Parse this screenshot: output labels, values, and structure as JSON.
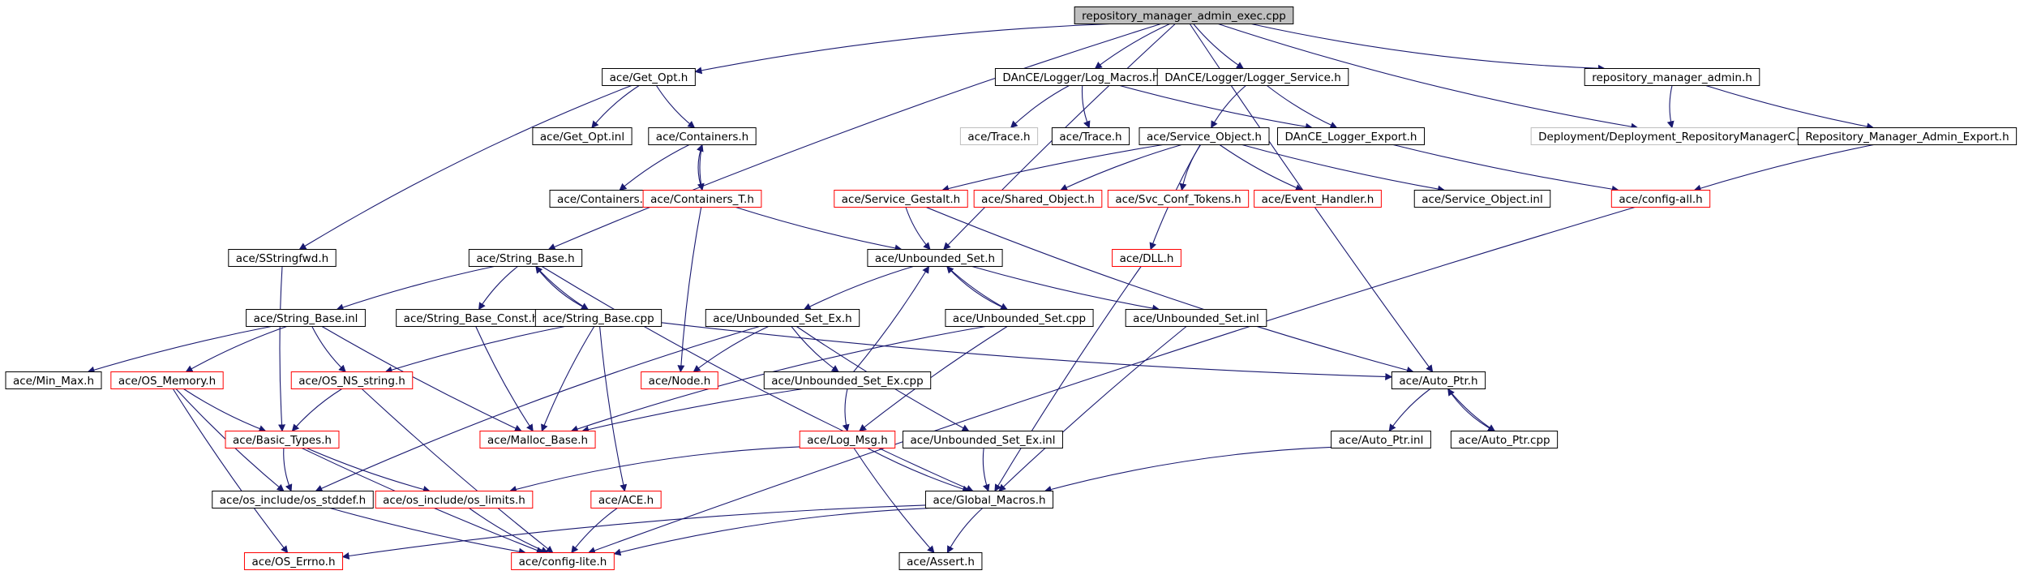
{
  "nodes": [
    {
      "id": "root",
      "label": "repository_manager_admin_exec.cpp",
      "style": "root"
    },
    {
      "id": "getopt_h",
      "label": "ace/Get_Opt.h",
      "style": "normal"
    },
    {
      "id": "logmacros_h",
      "label": "DAnCE/Logger/Log_Macros.h",
      "style": "normal"
    },
    {
      "id": "loggerservice_h",
      "label": "DAnCE/Logger/Logger_Service.h",
      "style": "normal"
    },
    {
      "id": "rma_h",
      "label": "repository_manager_admin.h",
      "style": "normal"
    },
    {
      "id": "getopt_inl",
      "label": "ace/Get_Opt.inl",
      "style": "normal"
    },
    {
      "id": "containers_h",
      "label": "ace/Containers.h",
      "style": "normal"
    },
    {
      "id": "trace_gray",
      "label": "ace/Trace.h",
      "style": "gray"
    },
    {
      "id": "trace_h",
      "label": "ace/Trace.h",
      "style": "normal"
    },
    {
      "id": "serviceobject_h",
      "label": "ace/Service_Object.h",
      "style": "normal"
    },
    {
      "id": "loggerexport_h",
      "label": "DAnCE_Logger_Export.h",
      "style": "normal"
    },
    {
      "id": "deployment_h",
      "label": "Deployment/Deployment_RepositoryManagerC.h",
      "style": "gray"
    },
    {
      "id": "rmaexport_h",
      "label": "Repository_Manager_Admin_Export.h",
      "style": "normal"
    },
    {
      "id": "containers_inl",
      "label": "ace/Containers.inl",
      "style": "normal"
    },
    {
      "id": "containers_t",
      "label": "ace/Containers_T.h",
      "style": "red"
    },
    {
      "id": "servicegestalt_h",
      "label": "ace/Service_Gestalt.h",
      "style": "red"
    },
    {
      "id": "sharedobject_h",
      "label": "ace/Shared_Object.h",
      "style": "red"
    },
    {
      "id": "svcconf_h",
      "label": "ace/Svc_Conf_Tokens.h",
      "style": "red"
    },
    {
      "id": "eventhandler_h",
      "label": "ace/Event_Handler.h",
      "style": "red"
    },
    {
      "id": "serviceobject_inl",
      "label": "ace/Service_Object.inl",
      "style": "normal"
    },
    {
      "id": "configall_h",
      "label": "ace/config-all.h",
      "style": "red"
    },
    {
      "id": "sstringfwd_h",
      "label": "ace/SStringfwd.h",
      "style": "normal"
    },
    {
      "id": "stringbase_h",
      "label": "ace/String_Base.h",
      "style": "normal"
    },
    {
      "id": "unboundedset_h",
      "label": "ace/Unbounded_Set.h",
      "style": "normal"
    },
    {
      "id": "dll_h",
      "label": "ace/DLL.h",
      "style": "red"
    },
    {
      "id": "stringbase_inl",
      "label": "ace/String_Base.inl",
      "style": "normal"
    },
    {
      "id": "stringbaseconst_h",
      "label": "ace/String_Base_Const.h",
      "style": "normal"
    },
    {
      "id": "stringbase_cpp",
      "label": "ace/String_Base.cpp",
      "style": "normal"
    },
    {
      "id": "unboundedsetex_h",
      "label": "ace/Unbounded_Set_Ex.h",
      "style": "normal"
    },
    {
      "id": "unboundedset_cpp",
      "label": "ace/Unbounded_Set.cpp",
      "style": "normal"
    },
    {
      "id": "unboundedset_inl",
      "label": "ace/Unbounded_Set.inl",
      "style": "normal"
    },
    {
      "id": "minmax_h",
      "label": "ace/Min_Max.h",
      "style": "normal"
    },
    {
      "id": "osmemory_h",
      "label": "ace/OS_Memory.h",
      "style": "red"
    },
    {
      "id": "osnsstring_h",
      "label": "ace/OS_NS_string.h",
      "style": "red"
    },
    {
      "id": "node_h",
      "label": "ace/Node.h",
      "style": "red"
    },
    {
      "id": "unboundedsetex_cpp",
      "label": "ace/Unbounded_Set_Ex.cpp",
      "style": "normal"
    },
    {
      "id": "autoptr_h",
      "label": "ace/Auto_Ptr.h",
      "style": "normal"
    },
    {
      "id": "basictypes_h",
      "label": "ace/Basic_Types.h",
      "style": "red"
    },
    {
      "id": "mallocbase_h",
      "label": "ace/Malloc_Base.h",
      "style": "red"
    },
    {
      "id": "logmsg_h",
      "label": "ace/Log_Msg.h",
      "style": "red"
    },
    {
      "id": "unboundedsetex_inl",
      "label": "ace/Unbounded_Set_Ex.inl",
      "style": "normal"
    },
    {
      "id": "autoptr_inl",
      "label": "ace/Auto_Ptr.inl",
      "style": "normal"
    },
    {
      "id": "autoptr_cpp",
      "label": "ace/Auto_Ptr.cpp",
      "style": "normal"
    },
    {
      "id": "osstddef_h",
      "label": "ace/os_include/os_stddef.h",
      "style": "normal"
    },
    {
      "id": "oslimits_h",
      "label": "ace/os_include/os_limits.h",
      "style": "red"
    },
    {
      "id": "ace_h",
      "label": "ace/ACE.h",
      "style": "red"
    },
    {
      "id": "globalmacros_h",
      "label": "ace/Global_Macros.h",
      "style": "normal"
    },
    {
      "id": "oserrno_h",
      "label": "ace/OS_Errno.h",
      "style": "red"
    },
    {
      "id": "configlite_h",
      "label": "ace/config-lite.h",
      "style": "red"
    },
    {
      "id": "assert_h",
      "label": "ace/Assert.h",
      "style": "normal"
    }
  ],
  "edges": [
    [
      "root",
      "getopt_h"
    ],
    [
      "root",
      "logmacros_h"
    ],
    [
      "root",
      "loggerservice_h"
    ],
    [
      "root",
      "rma_h"
    ],
    [
      "root",
      "stringbase_h"
    ],
    [
      "root",
      "unboundedset_h"
    ],
    [
      "root",
      "autoptr_h"
    ],
    [
      "root",
      "deployment_h"
    ],
    [
      "getopt_h",
      "getopt_inl"
    ],
    [
      "getopt_h",
      "containers_h"
    ],
    [
      "getopt_h",
      "sstringfwd_h"
    ],
    [
      "containers_h",
      "containers_inl"
    ],
    [
      "containers_h",
      "containers_t"
    ],
    [
      "containers_t",
      "containers_h"
    ],
    [
      "containers_t",
      "unboundedset_h"
    ],
    [
      "containers_t",
      "node_h"
    ],
    [
      "logmacros_h",
      "trace_gray"
    ],
    [
      "logmacros_h",
      "trace_h"
    ],
    [
      "logmacros_h",
      "loggerexport_h"
    ],
    [
      "loggerservice_h",
      "serviceobject_h"
    ],
    [
      "loggerservice_h",
      "loggerexport_h"
    ],
    [
      "rma_h",
      "deployment_h"
    ],
    [
      "rma_h",
      "rmaexport_h"
    ],
    [
      "serviceobject_h",
      "servicegestalt_h"
    ],
    [
      "serviceobject_h",
      "sharedobject_h"
    ],
    [
      "serviceobject_h",
      "svcconf_h"
    ],
    [
      "serviceobject_h",
      "eventhandler_h"
    ],
    [
      "serviceobject_h",
      "serviceobject_inl"
    ],
    [
      "serviceobject_h",
      "dll_h"
    ],
    [
      "loggerexport_h",
      "configall_h"
    ],
    [
      "rmaexport_h",
      "configall_h"
    ],
    [
      "servicegestalt_h",
      "unboundedset_h"
    ],
    [
      "servicegestalt_h",
      "autoptr_h"
    ],
    [
      "configall_h",
      "configlite_h"
    ],
    [
      "sstringfwd_h",
      "basictypes_h"
    ],
    [
      "stringbase_h",
      "stringbase_inl"
    ],
    [
      "stringbase_h",
      "stringbaseconst_h"
    ],
    [
      "stringbase_h",
      "stringbase_cpp"
    ],
    [
      "stringbase_h",
      "globalmacros_h"
    ],
    [
      "stringbase_cpp",
      "stringbase_h"
    ],
    [
      "stringbase_cpp",
      "osnsstring_h"
    ],
    [
      "stringbase_cpp",
      "mallocbase_h"
    ],
    [
      "stringbase_cpp",
      "ace_h"
    ],
    [
      "stringbase_cpp",
      "autoptr_h"
    ],
    [
      "stringbase_inl",
      "minmax_h"
    ],
    [
      "stringbase_inl",
      "osmemory_h"
    ],
    [
      "stringbase_inl",
      "osnsstring_h"
    ],
    [
      "stringbase_inl",
      "mallocbase_h"
    ],
    [
      "stringbaseconst_h",
      "mallocbase_h"
    ],
    [
      "unboundedset_h",
      "unboundedsetex_h"
    ],
    [
      "unboundedset_h",
      "unboundedset_cpp"
    ],
    [
      "unboundedset_h",
      "unboundedset_inl"
    ],
    [
      "unboundedset_cpp",
      "unboundedset_h"
    ],
    [
      "unboundedset_cpp",
      "mallocbase_h"
    ],
    [
      "unboundedset_cpp",
      "logmsg_h"
    ],
    [
      "unboundedset_inl",
      "globalmacros_h"
    ],
    [
      "unboundedsetex_h",
      "node_h"
    ],
    [
      "unboundedsetex_h",
      "unboundedsetex_cpp"
    ],
    [
      "unboundedsetex_h",
      "unboundedsetex_inl"
    ],
    [
      "unboundedsetex_h",
      "osstddef_h"
    ],
    [
      "unboundedsetex_cpp",
      "unboundedset_h"
    ],
    [
      "unboundedsetex_cpp",
      "mallocbase_h"
    ],
    [
      "unboundedsetex_cpp",
      "logmsg_h"
    ],
    [
      "unboundedsetex_inl",
      "globalmacros_h"
    ],
    [
      "dll_h",
      "globalmacros_h"
    ],
    [
      "osmemory_h",
      "basictypes_h"
    ],
    [
      "osmemory_h",
      "osstddef_h"
    ],
    [
      "osmemory_h",
      "oserrno_h"
    ],
    [
      "osnsstring_h",
      "basictypes_h"
    ],
    [
      "osnsstring_h",
      "configlite_h"
    ],
    [
      "basictypes_h",
      "osstddef_h"
    ],
    [
      "basictypes_h",
      "oslimits_h"
    ],
    [
      "basictypes_h",
      "configlite_h"
    ],
    [
      "osstddef_h",
      "configlite_h"
    ],
    [
      "oslimits_h",
      "configlite_h"
    ],
    [
      "logmsg_h",
      "oslimits_h"
    ],
    [
      "logmsg_h",
      "globalmacros_h"
    ],
    [
      "logmsg_h",
      "assert_h"
    ],
    [
      "ace_h",
      "configlite_h"
    ],
    [
      "autoptr_h",
      "autoptr_inl"
    ],
    [
      "autoptr_h",
      "autoptr_cpp"
    ],
    [
      "autoptr_cpp",
      "autoptr_h"
    ],
    [
      "autoptr_inl",
      "globalmacros_h"
    ],
    [
      "globalmacros_h",
      "configlite_h"
    ],
    [
      "globalmacros_h",
      "oserrno_h"
    ],
    [
      "globalmacros_h",
      "assert_h"
    ]
  ],
  "colors": {
    "edge": "#191970",
    "box_border": "#000000",
    "red_border": "#ff0000",
    "gray_border": "#bfbfbf",
    "gray_text": "#9a9a9a",
    "root_fill": "#bfbfbf"
  }
}
